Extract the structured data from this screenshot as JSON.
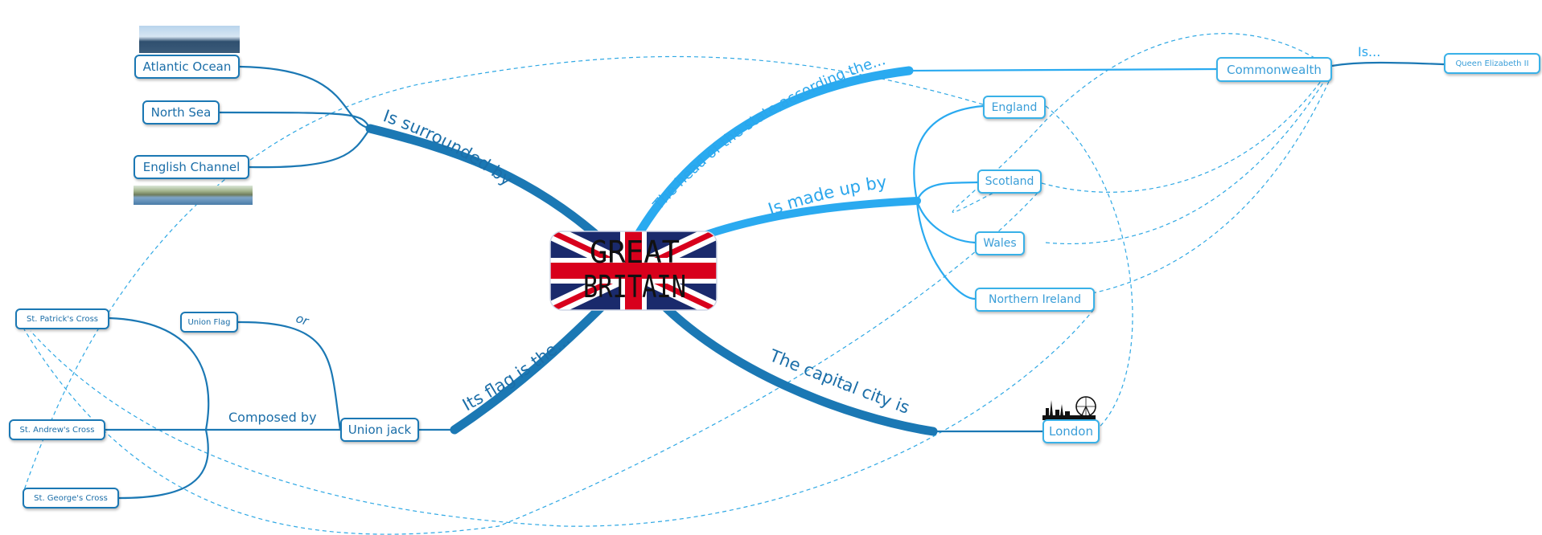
{
  "central": {
    "line1": "GREAT",
    "line2": "BRITAIN"
  },
  "branches": {
    "surrounded": "Is surrounded by",
    "head": "The head of the state,according the...",
    "made_up": "Is made up by",
    "capital": "The capital city is",
    "flag": "Its flag is the..."
  },
  "nodes": {
    "atlantic": "Atlantic Ocean",
    "north_sea": "North Sea",
    "channel": "English Channel",
    "commonwealth": "Commonwealth",
    "queen": "Queen Elizabeth II",
    "england": "England",
    "scotland": "Scotland",
    "wales": "Wales",
    "ni": "Northern Ireland",
    "london": "London",
    "union_jack": "Union jack",
    "union_flag": "Union Flag",
    "st_patrick": "St. Patrick's Cross",
    "st_andrew": "St. Andrew's Cross",
    "st_george": "St. George's Cross"
  },
  "relations": {
    "is": "Is...",
    "or": "or",
    "composed": "Composed by"
  },
  "colors": {
    "dark_branch": "#1b78b4",
    "light_branch": "#39b1e8",
    "flag_blue": "#1a2a6c",
    "flag_red": "#d8001c"
  },
  "icons": {
    "london_skyline": "london-skyline-icon"
  }
}
